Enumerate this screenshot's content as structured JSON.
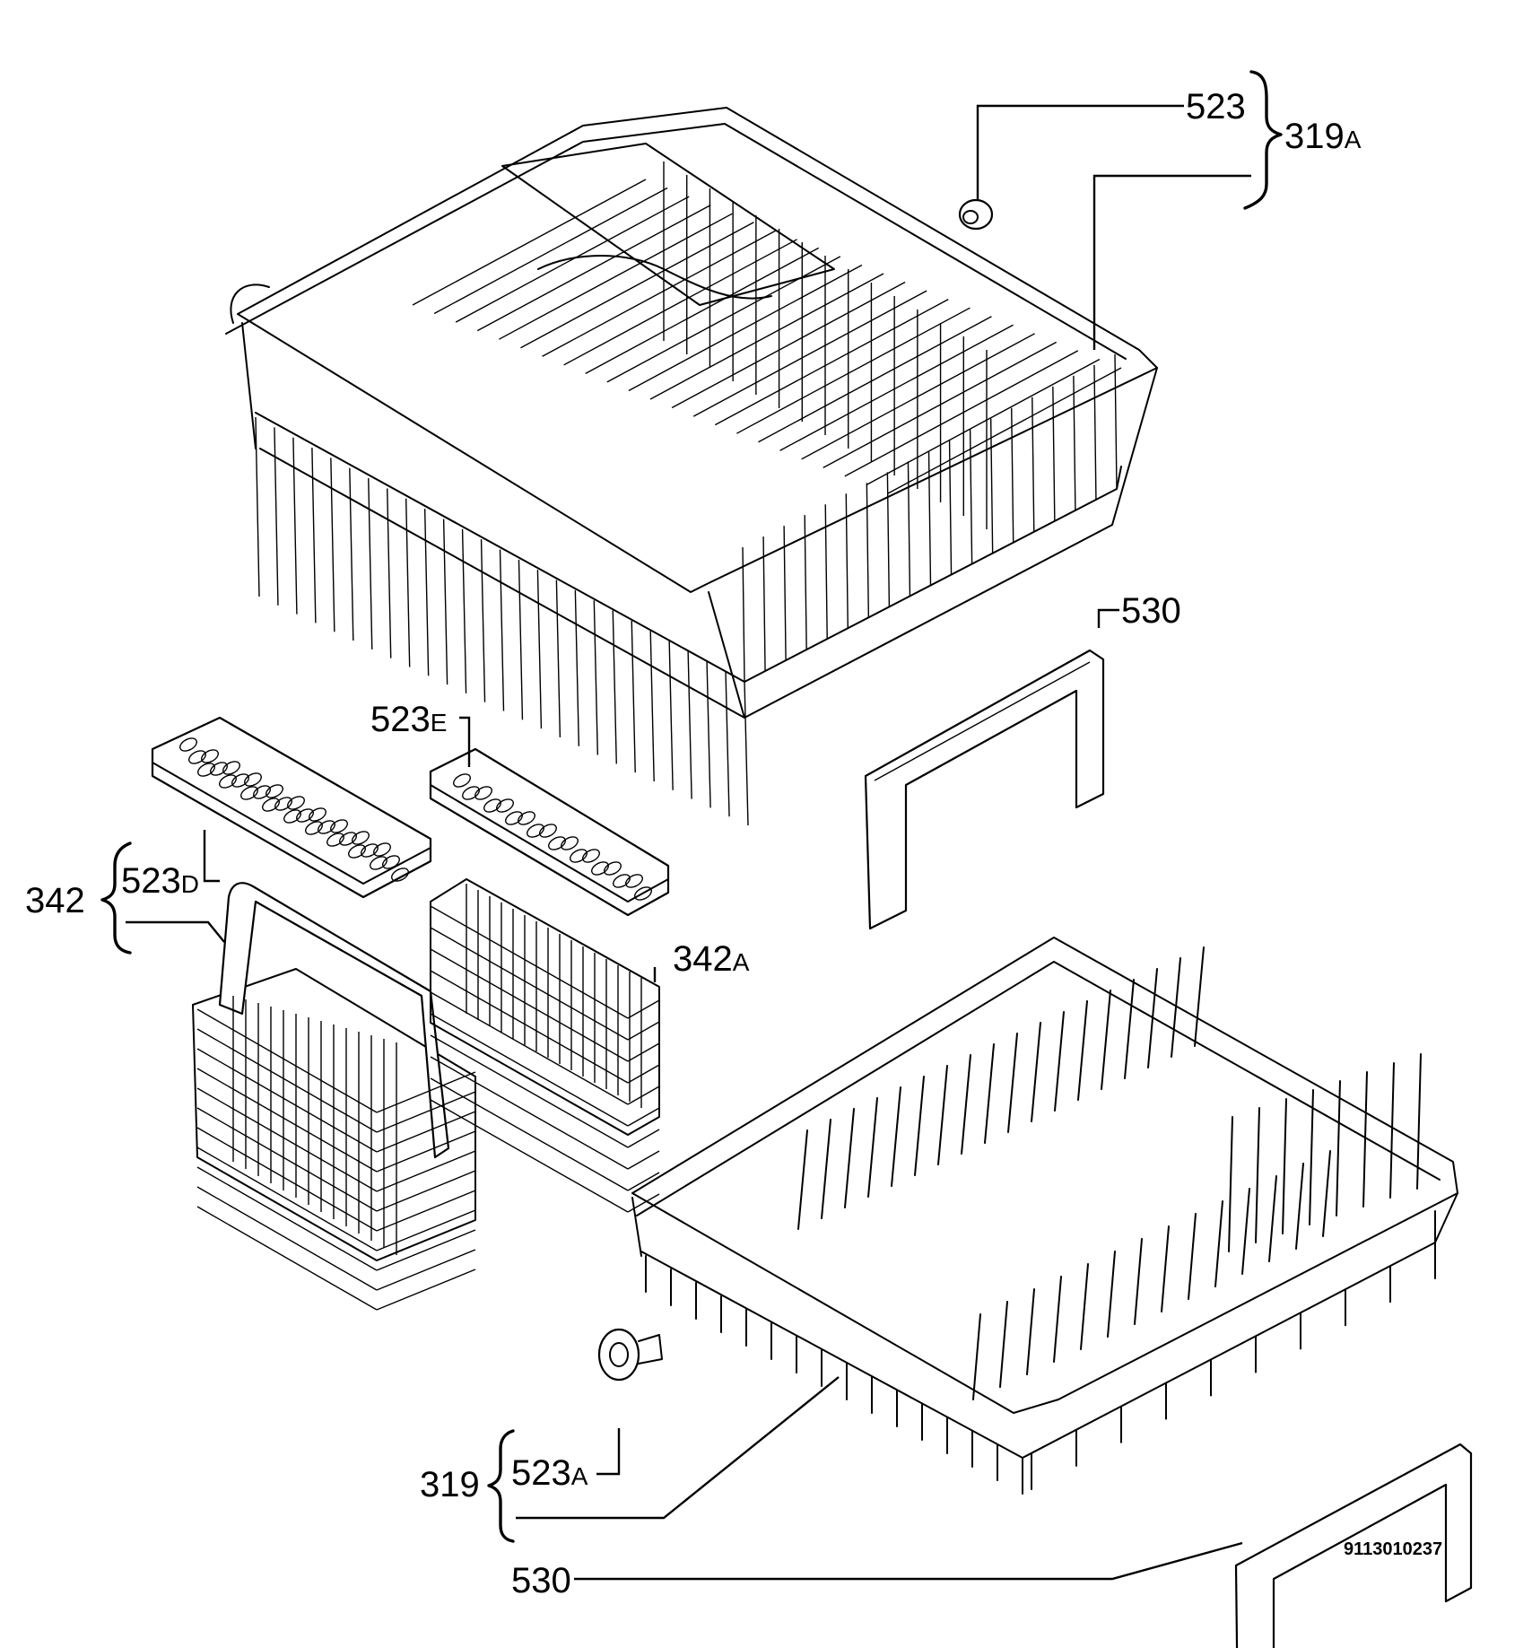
{
  "labels": {
    "l523_top": "523",
    "l319a": {
      "num": "319",
      "suffix": "A"
    },
    "l530_top": "530",
    "l523e": {
      "num": "523",
      "suffix": "E"
    },
    "l342": "342",
    "l523d": {
      "num": "523",
      "suffix": "D"
    },
    "l342a": {
      "num": "342",
      "suffix": "A"
    },
    "l319": "319",
    "l523a": {
      "num": "523",
      "suffix": "A"
    },
    "l530_bottom": "530"
  },
  "document_id": "9113010237"
}
